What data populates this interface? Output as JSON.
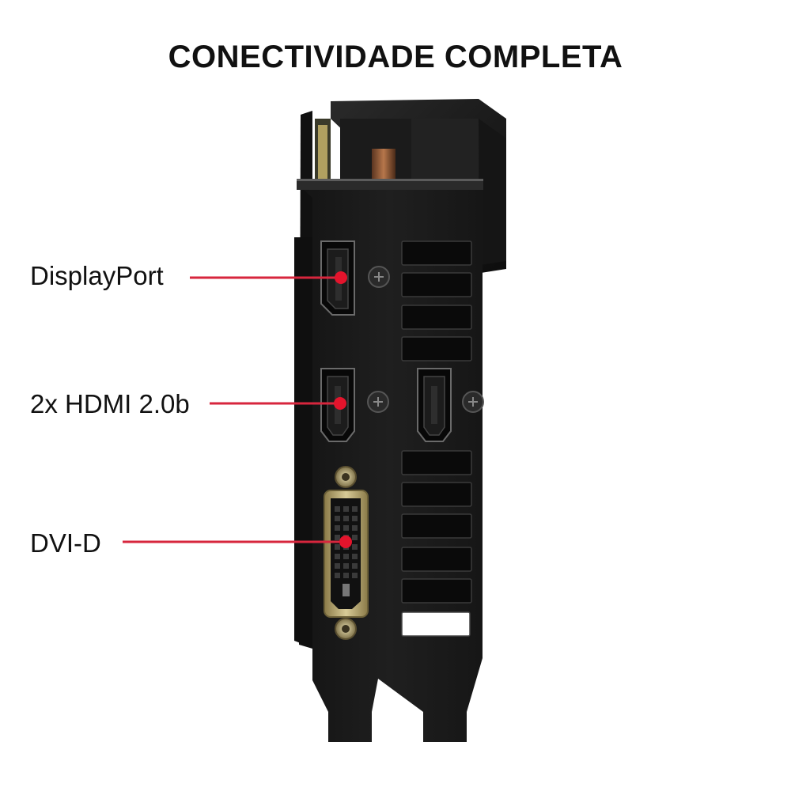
{
  "title": "CONECTIVIDADE COMPLETA",
  "callouts": [
    {
      "id": "displayport",
      "label": "DisplayPort"
    },
    {
      "id": "hdmi",
      "label": "2x HDMI 2.0b"
    },
    {
      "id": "dvi",
      "label": "DVI-D"
    }
  ],
  "colors": {
    "background": "#ffffff",
    "text": "#111111",
    "callout_line": "#d7263d",
    "callout_dot": "#e3142c",
    "bracket": "#1a1a1a"
  },
  "icons": [
    "graphics-card-io-bracket-icon",
    "displayport-icon",
    "hdmi-port-icon",
    "dvi-d-port-icon",
    "screw-icon"
  ]
}
